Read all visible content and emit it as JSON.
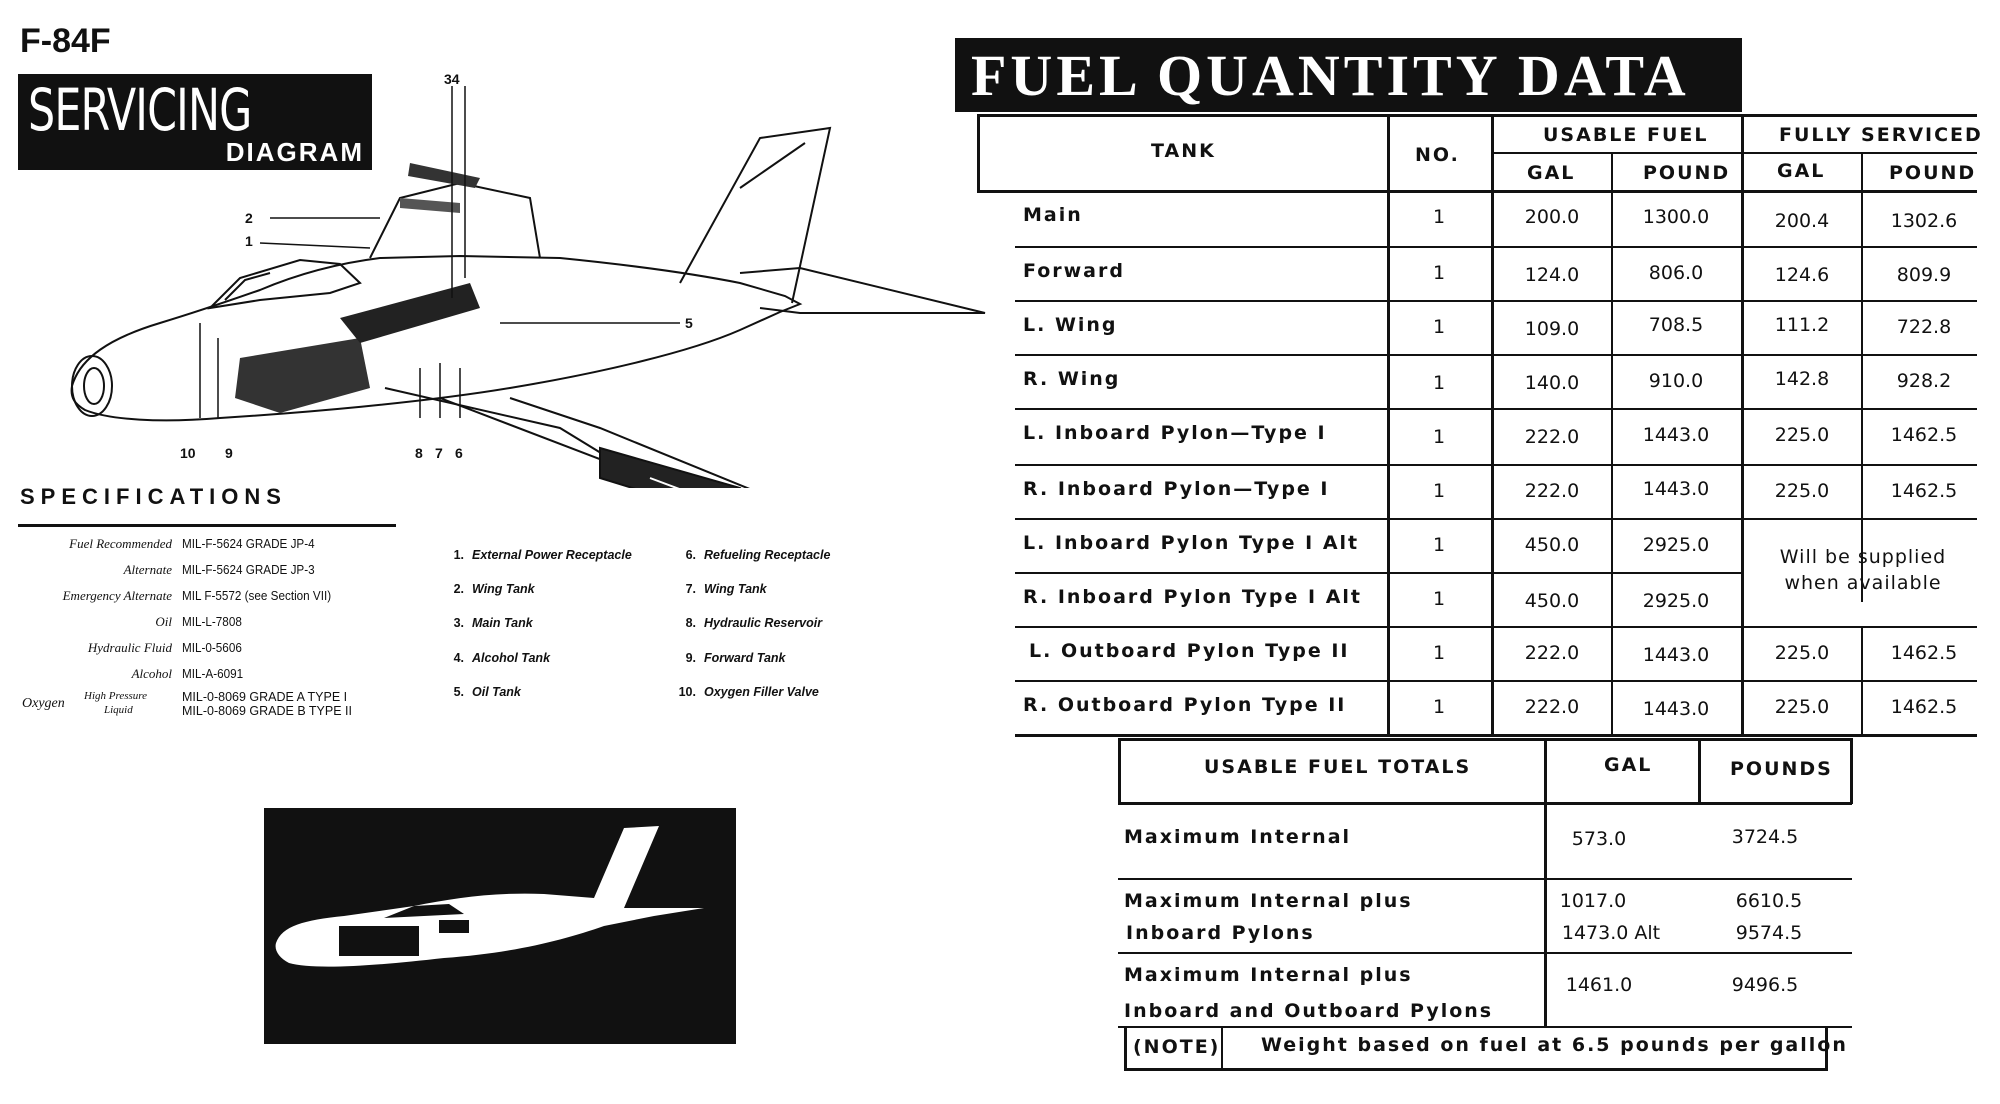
{
  "left_page": {
    "model": "F-84F",
    "title_line1": "SERVICING",
    "title_line2": "DIAGRAM",
    "callout_numbers": [
      "1",
      "2",
      "34",
      "5",
      "6",
      "7",
      "8",
      "9",
      "10"
    ],
    "specifications": {
      "heading": "SPECIFICATIONS",
      "rows": [
        {
          "label": "Fuel Recommended",
          "value": "MIL-F-5624 GRADE JP-4"
        },
        {
          "label": "Alternate",
          "value": "MIL-F-5624 GRADE JP-3"
        },
        {
          "label": "Emergency Alternate",
          "value": "MIL F-5572 (see Section VII)"
        },
        {
          "label": "Oil",
          "value": "MIL-L-7808"
        },
        {
          "label": "Hydraulic Fluid",
          "value": "MIL-0-5606"
        },
        {
          "label": "Alcohol",
          "value": "MIL-A-6091"
        }
      ],
      "oxygen": {
        "label": "Oxygen",
        "sub1": "High Pressure",
        "sub2": "Liquid",
        "value1": "MIL-0-8069 GRADE A TYPE I",
        "value2": "MIL-0-8069 GRADE B TYPE II"
      }
    },
    "legend": [
      {
        "num": "1.",
        "text": "External Power Receptacle"
      },
      {
        "num": "2.",
        "text": "Wing Tank"
      },
      {
        "num": "3.",
        "text": "Main Tank"
      },
      {
        "num": "4.",
        "text": "Alcohol Tank"
      },
      {
        "num": "5.",
        "text": "Oil Tank"
      },
      {
        "num": "6.",
        "text": "Refueling Receptacle"
      },
      {
        "num": "7.",
        "text": "Wing Tank"
      },
      {
        "num": "8.",
        "text": "Hydraulic Reservoir"
      },
      {
        "num": "9.",
        "text": "Forward Tank"
      },
      {
        "num": "10.",
        "text": "Oxygen Filler Valve"
      }
    ]
  },
  "fuel_table": {
    "title": "FUEL QUANTITY DATA",
    "headers": {
      "tank": "TANK",
      "no": "NO.",
      "usable": "USABLE FUEL",
      "fully": "FULLY SERVICED",
      "gal": "GAL",
      "pound": "POUND"
    },
    "rows": [
      {
        "tank": "Main",
        "no": "1",
        "usable_gal": "200.0",
        "usable_lb": "1300.0",
        "full_gal": "200.4",
        "full_lb": "1302.6"
      },
      {
        "tank": "Forward",
        "no": "1",
        "usable_gal": "124.0",
        "usable_lb": "806.0",
        "full_gal": "124.6",
        "full_lb": "809.9"
      },
      {
        "tank": "L. Wing",
        "no": "1",
        "usable_gal": "109.0",
        "usable_lb": "708.5",
        "full_gal": "111.2",
        "full_lb": "722.8"
      },
      {
        "tank": "R. Wing",
        "no": "1",
        "usable_gal": "140.0",
        "usable_lb": "910.0",
        "full_gal": "142.8",
        "full_lb": "928.2"
      },
      {
        "tank": "L. Inboard Pylon—Type I",
        "no": "1",
        "usable_gal": "222.0",
        "usable_lb": "1443.0",
        "full_gal": "225.0",
        "full_lb": "1462.5"
      },
      {
        "tank": "R. Inboard Pylon—Type I",
        "no": "1",
        "usable_gal": "222.0",
        "usable_lb": "1443.0",
        "full_gal": "225.0",
        "full_lb": "1462.5"
      },
      {
        "tank": "L. Inboard Pylon Type I Alt",
        "no": "1",
        "usable_gal": "450.0",
        "usable_lb": "2925.0",
        "full_gal": "",
        "full_lb": ""
      },
      {
        "tank": "R. Inboard Pylon Type I Alt",
        "no": "1",
        "usable_gal": "450.0",
        "usable_lb": "2925.0",
        "full_gal": "",
        "full_lb": ""
      },
      {
        "tank": "L. Outboard Pylon Type II",
        "no": "1",
        "usable_gal": "222.0",
        "usable_lb": "1443.0",
        "full_gal": "225.0",
        "full_lb": "1462.5"
      },
      {
        "tank": "R. Outboard Pylon Type II",
        "no": "1",
        "usable_gal": "222.0",
        "usable_lb": "1443.0",
        "full_gal": "225.0",
        "full_lb": "1462.5"
      }
    ],
    "merged_note_line1": "Will be supplied",
    "merged_note_line2": "when available"
  },
  "totals_table": {
    "headers": {
      "label": "USABLE FUEL TOTALS",
      "gal": "GAL",
      "pounds": "POUNDS"
    },
    "rows": [
      {
        "label1": "Maximum Internal",
        "label2": "",
        "gal1": "573.0",
        "gal2": "",
        "lb1": "3724.5",
        "lb2": ""
      },
      {
        "label1": "Maximum Internal plus",
        "label2": "Inboard Pylons",
        "gal1": "1017.0",
        "gal2": "1473.0 Alt",
        "lb1": "6610.5",
        "lb2": "9574.5"
      },
      {
        "label1": "Maximum Internal plus",
        "label2": "Inboard and Outboard Pylons",
        "gal1": "1461.0",
        "gal2": "",
        "lb1": "9496.5",
        "lb2": ""
      }
    ],
    "note_label": "(NOTE)",
    "note_text": "Weight based on fuel at 6.5 pounds per gallon"
  }
}
